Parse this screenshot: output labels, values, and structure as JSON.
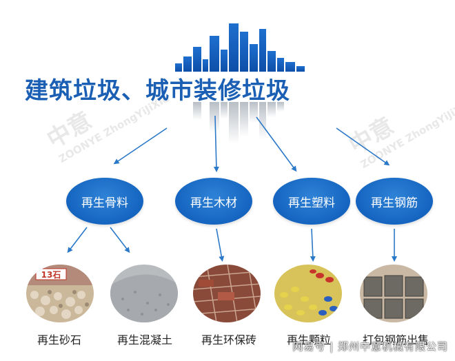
{
  "title": "建筑垃圾、城市装修垃圾",
  "categories": [
    {
      "label": "再生骨料"
    },
    {
      "label": "再生木材"
    },
    {
      "label": "再生塑料"
    },
    {
      "label": "再生钢筋"
    }
  ],
  "products": [
    {
      "label": "再生砂石",
      "photo_sign": "13石"
    },
    {
      "label": "再生混凝土"
    },
    {
      "label": "再生环保砖"
    },
    {
      "label": "再生颗粒"
    },
    {
      "label": "打包钢筋出售"
    }
  ],
  "watermark": {
    "cn": "中意",
    "en": "ZOONYE ZhongYiJiXie"
  },
  "footer": "网易号 | 郑州中意机械有限公司",
  "colors": {
    "brand_blue": "#1565c0",
    "title_blue": "#1a5fb4",
    "arrow_blue": "#2a78c8"
  }
}
